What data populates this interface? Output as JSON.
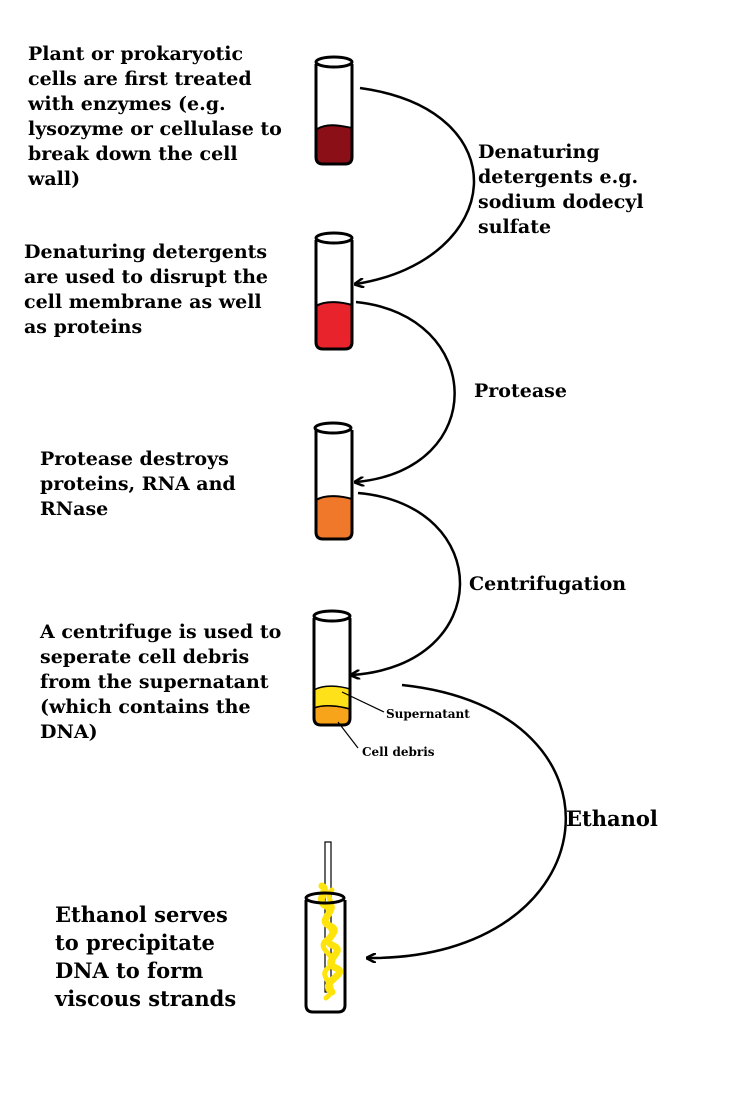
{
  "steps": [
    {
      "text": "Plant or prokaryotic\ncells are first treated\nwith enzymes (e.g.\nlysozyme or cellulase to\nbreak down the cell\nwall)",
      "fill": "#8b0f17"
    },
    {
      "text": "Denaturing detergents\nare used to disrupt the\ncell membrane as well\nas proteins",
      "fill": "#e8232b"
    },
    {
      "text": "Protease destroys\nproteins, RNA and\nRNase",
      "fill": "#f0782a"
    },
    {
      "text": "A centrifuge is used to\nseperate cell debris\nfrom the supernatant\n(which contains the\nDNA)",
      "fill_top": "#ffe119",
      "fill_bottom": "#f7a41b"
    },
    {
      "text": "Ethanol serves\nto precipitate\nDNA to form\nviscous strands",
      "strand": "#ffe40b"
    }
  ],
  "arrows": [
    {
      "label": "Denaturing\ndetergents e.g.\nsodium dodecyl\nsulfate"
    },
    {
      "label": "Protease"
    },
    {
      "label": "Centrifugation"
    },
    {
      "label": "Ethanol"
    }
  ],
  "annotations": {
    "supernatant": "Supernatant",
    "cell_debris": "Cell debris"
  }
}
